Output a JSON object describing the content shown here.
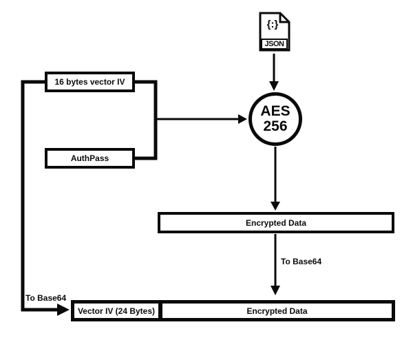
{
  "colors": {
    "ink": "#0a0a0a",
    "bg": "#ffffff"
  },
  "diagram": {
    "json_icon": {
      "glyph": "{:}",
      "label": "JSON"
    },
    "iv_box": {
      "label": "16 bytes vector IV"
    },
    "authpass_box": {
      "label": "AuthPass"
    },
    "aes": {
      "line1": "AES",
      "line2": "256"
    },
    "encrypted_box": {
      "label": "Encrypted Data"
    },
    "labels": {
      "to_base64_mid": "To Base64",
      "to_base64_left": "To Base64"
    },
    "output_box": {
      "iv_cell": "Vector IV (24 Bytes)",
      "data_cell": "Encrypted Data"
    }
  }
}
